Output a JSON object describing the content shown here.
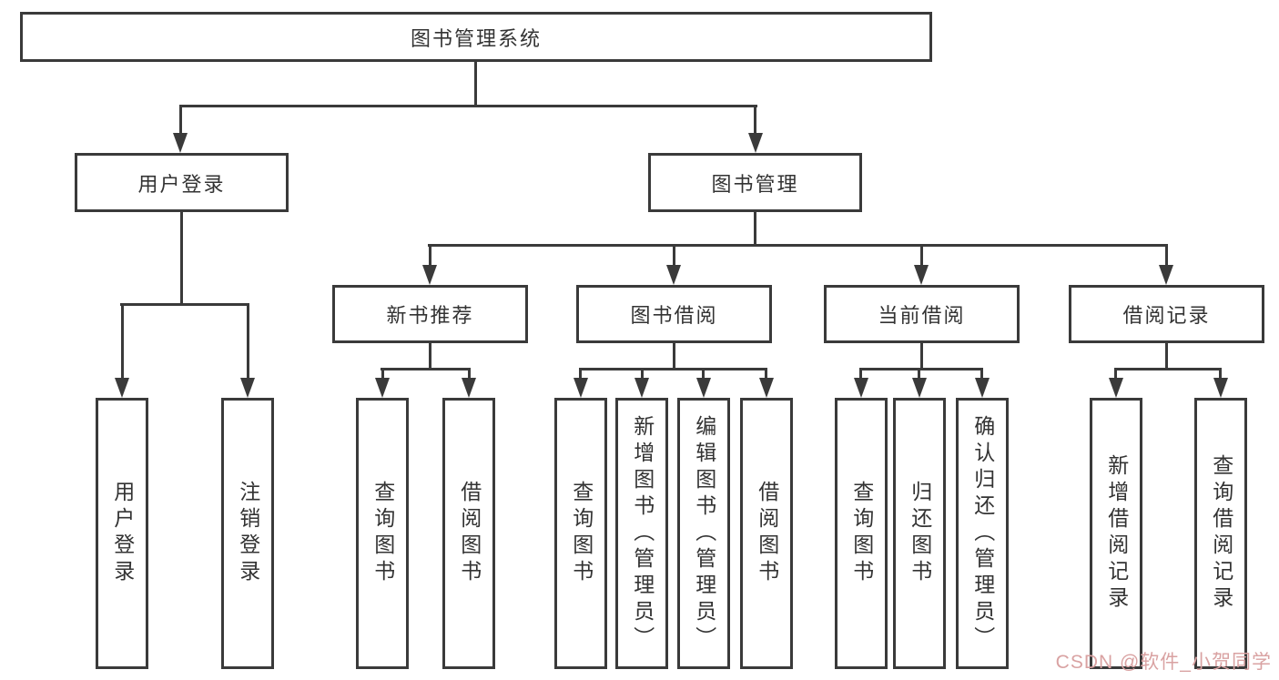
{
  "diagram": {
    "root": {
      "label": "图书管理系统"
    },
    "level2": [
      {
        "label": "用户登录"
      },
      {
        "label": "图书管理"
      }
    ],
    "level3": [
      {
        "label": "新书推荐"
      },
      {
        "label": "图书借阅"
      },
      {
        "label": "当前借阅"
      },
      {
        "label": "借阅记录"
      }
    ],
    "leaves": {
      "user_login": [
        "用户登录",
        "注销登录"
      ],
      "new_books": [
        "查询图书",
        "借阅图书"
      ],
      "book_borrow": [
        "查询图书",
        "新增图书（管理员）",
        "编辑图书（管理员）",
        "借阅图书"
      ],
      "current_borrow": [
        "查询图书",
        "归还图书",
        "确认归还（管理员）"
      ],
      "borrow_records": [
        "新增借阅记录",
        "查询借阅记录"
      ]
    }
  },
  "watermark": {
    "text": "CSDN @软件_小贺同学",
    "color": "#d9a2a2"
  },
  "colors": {
    "line": "#3a3a3a",
    "text": "#333333",
    "background": "#ffffff"
  }
}
